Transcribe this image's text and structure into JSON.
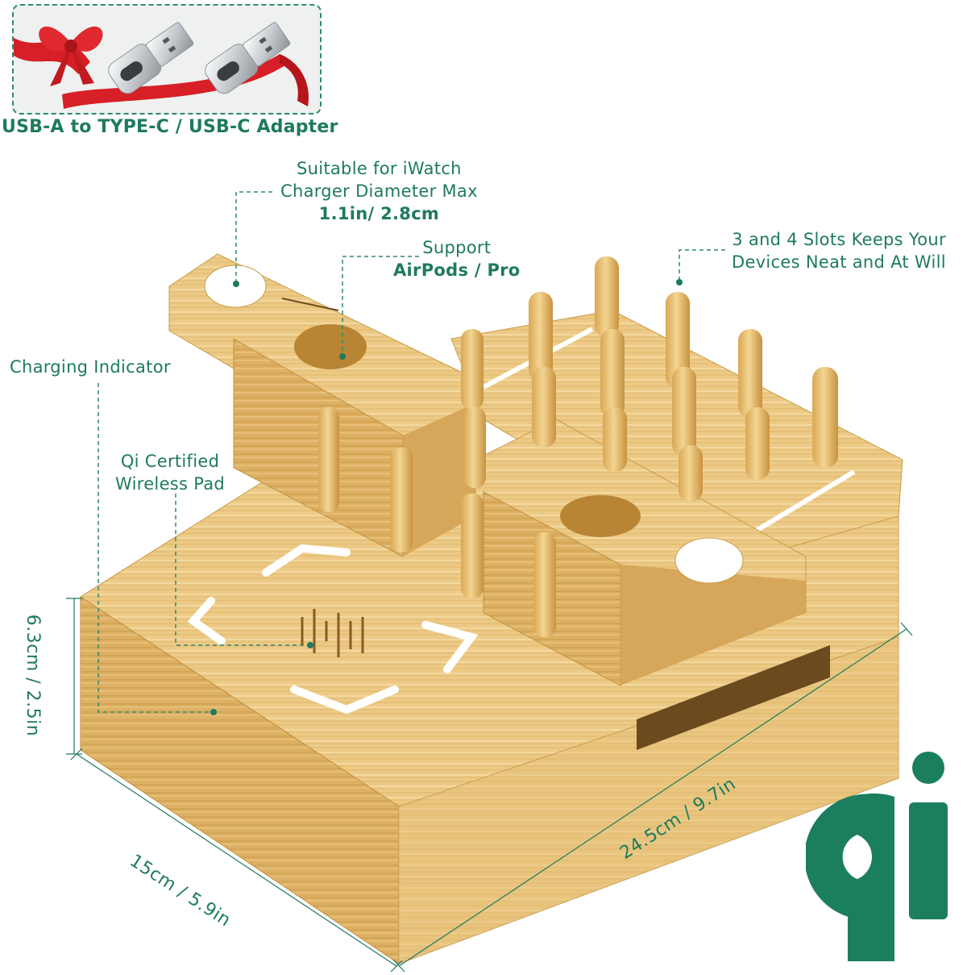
{
  "adapter": {
    "caption": "USB-A to TYPE-C / USB-C Adapter"
  },
  "callouts": {
    "iwatch": {
      "line1": "Suitable for iWatch",
      "line2": "Charger Diameter Max",
      "line3": "1.1in/ 2.8cm"
    },
    "airpods": {
      "line1": "Support",
      "line2": "AirPods / Pro"
    },
    "slots": {
      "line1": "3 and 4 Slots Keeps Your",
      "line2": "Devices Neat and At Will"
    },
    "indicator": {
      "line1": "Charging Indicator"
    },
    "qi_pad": {
      "line1": "Qi Certified",
      "line2": "Wireless Pad"
    }
  },
  "dimensions": {
    "height": "6.3cm / 2.5in",
    "depth": "15cm / 5.9in",
    "width": "24.5cm / 9.7in"
  },
  "colors": {
    "accent": "#1e7a5f",
    "qi_logo": "#1b7f5f",
    "bamboo_light": "#f0d49a",
    "bamboo_mid": "#e2b96a",
    "bamboo_dark": "#c99a48",
    "ribbon": "#d61f26"
  },
  "icons": {
    "qi_logo": "qi-logo-icon",
    "gift_bow": "gift-bow-icon",
    "usb_adapter": "usb-adapter-icon",
    "wireless_coil": "wireless-coil-icon"
  }
}
